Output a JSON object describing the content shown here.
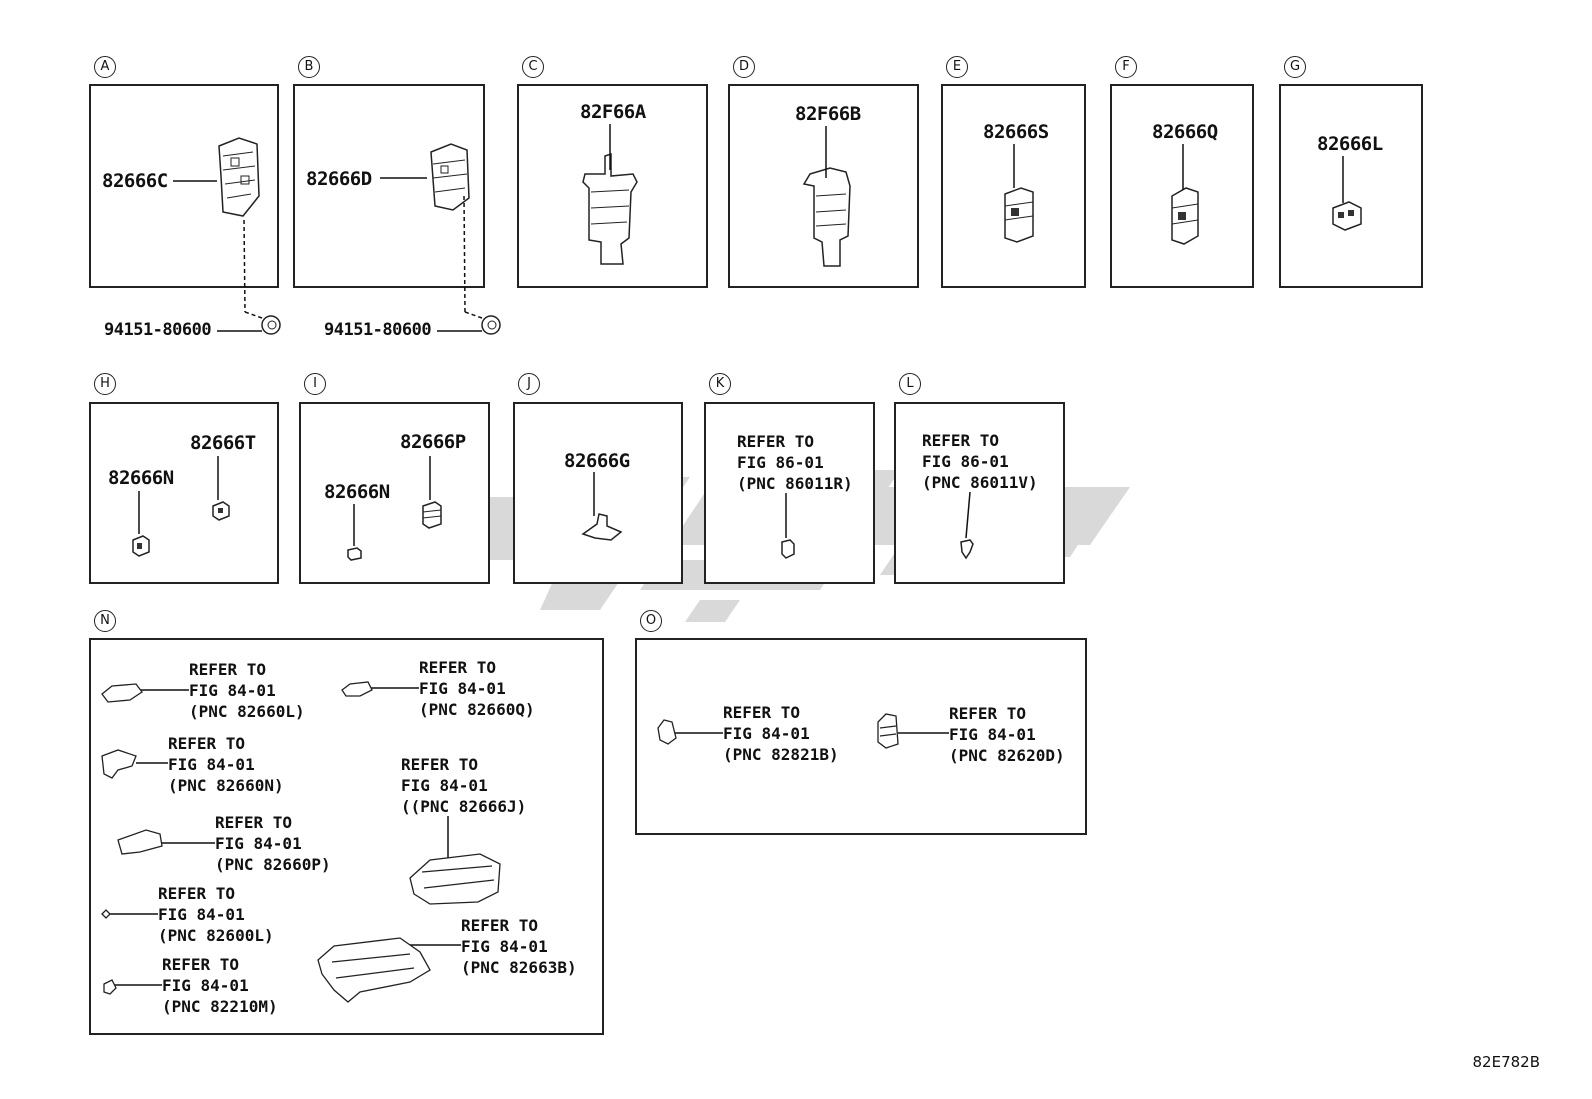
{
  "panels": {
    "A": {
      "letter": "A",
      "part": "82666C",
      "clip": "94151-80600"
    },
    "B": {
      "letter": "B",
      "part": "82666D",
      "clip": "94151-80600"
    },
    "C": {
      "letter": "C",
      "part": "82F66A"
    },
    "D": {
      "letter": "D",
      "part": "82F66B"
    },
    "E": {
      "letter": "E",
      "part": "82666S"
    },
    "F": {
      "letter": "F",
      "part": "82666Q"
    },
    "G": {
      "letter": "G",
      "part": "82666L"
    },
    "H": {
      "letter": "H",
      "part1": "82666T",
      "part2": "82666N"
    },
    "I": {
      "letter": "I",
      "part1": "82666P",
      "part2": "82666N"
    },
    "J": {
      "letter": "J",
      "part": "82666G"
    },
    "K": {
      "letter": "K",
      "l1": "REFER TO",
      "l2": "FIG 86-01",
      "l3": "(PNC 86011R)"
    },
    "L": {
      "letter": "L",
      "l1": "REFER TO",
      "l2": "FIG 86-01",
      "l3": "(PNC 86011V)"
    },
    "N": {
      "letter": "N",
      "refs": [
        {
          "l1": "REFER TO",
          "l2": "FIG 84-01",
          "l3": "(PNC 82660L)"
        },
        {
          "l1": "REFER TO",
          "l2": "FIG 84-01",
          "l3": "(PNC 82660Q)"
        },
        {
          "l1": "REFER TO",
          "l2": "FIG 84-01",
          "l3": "(PNC 82660N)"
        },
        {
          "l1": "REFER TO",
          "l2": "FIG 84-01",
          "l3": "((PNC 82666J)"
        },
        {
          "l1": "REFER TO",
          "l2": "FIG 84-01",
          "l3": "(PNC 82660P)"
        },
        {
          "l1": "REFER TO",
          "l2": "FIG 84-01",
          "l3": "(PNC 82600L)"
        },
        {
          "l1": "REFER TO",
          "l2": "FIG 84-01",
          "l3": "(PNC 82663B)"
        },
        {
          "l1": "REFER TO",
          "l2": "FIG 84-01",
          "l3": "(PNC 82210M)"
        }
      ]
    },
    "O": {
      "letter": "O",
      "refs": [
        {
          "l1": "REFER TO",
          "l2": "FIG 84-01",
          "l3": "(PNC 82821B)"
        },
        {
          "l1": "REFER TO",
          "l2": "FIG 84-01",
          "l3": "(PNC 82620D)"
        }
      ]
    }
  },
  "diagram_code": "82E782B",
  "watermark_color": "#d9d9d9"
}
